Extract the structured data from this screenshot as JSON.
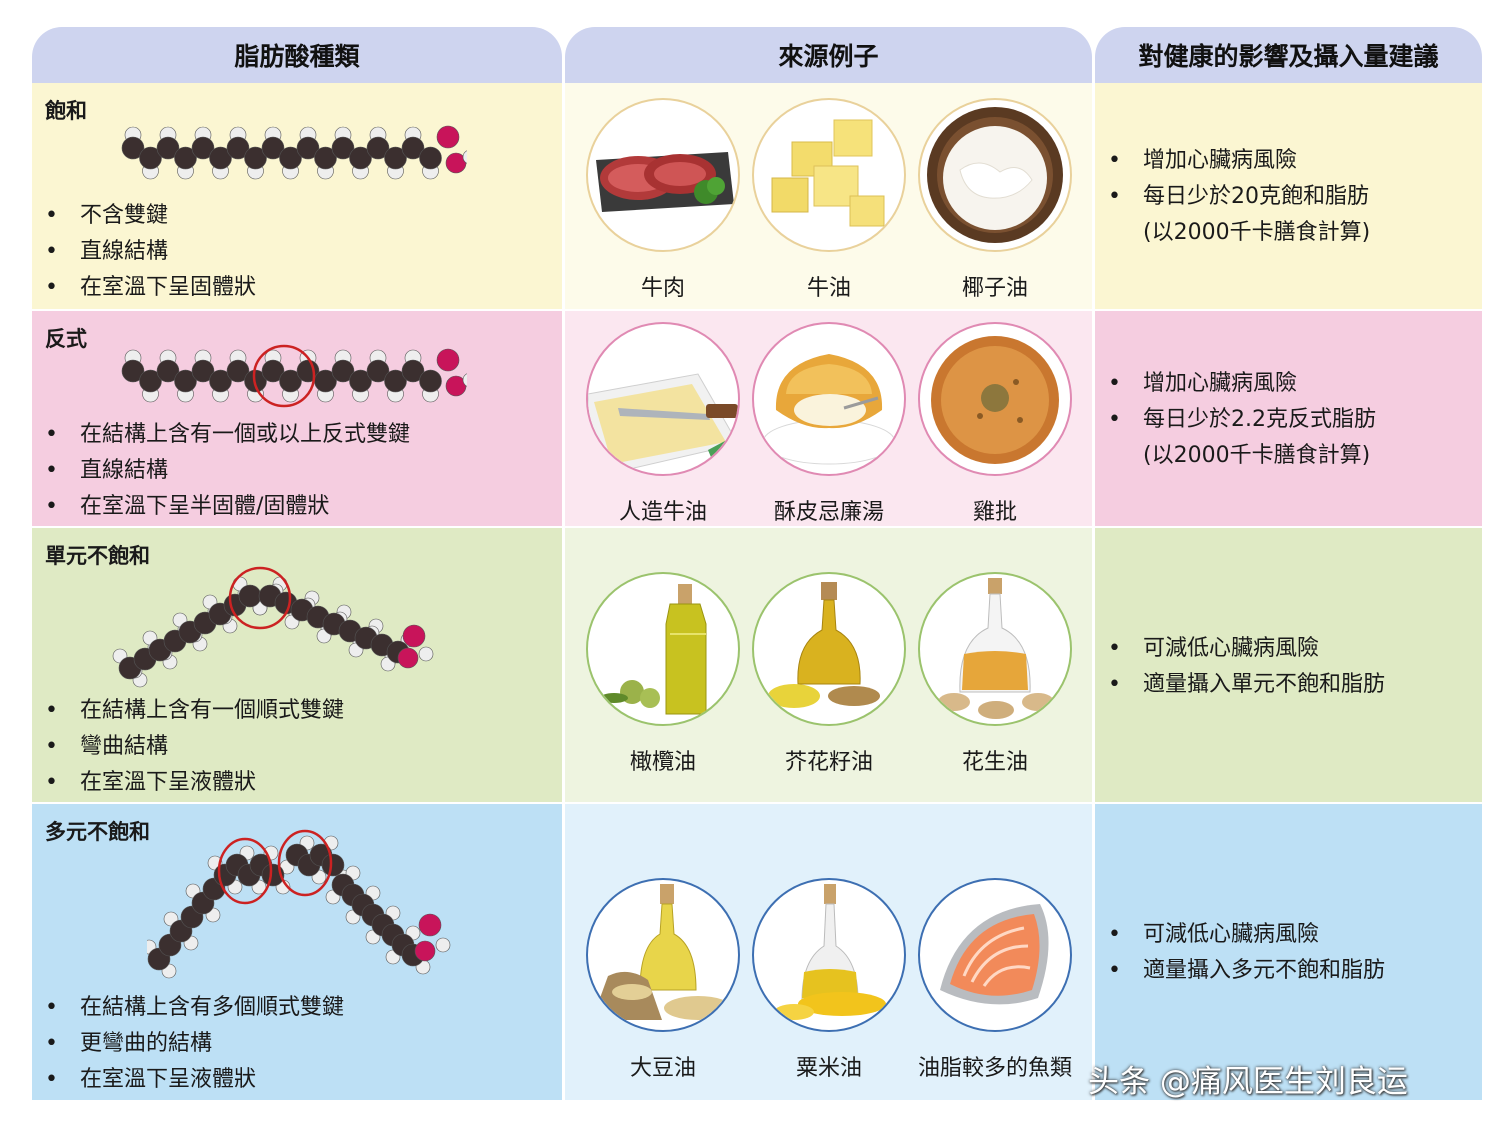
{
  "headers": {
    "col1": "脂肪酸種類",
    "col2": "來源例子",
    "col3": "對健康的影響及攝入量建議"
  },
  "rows": [
    {
      "type": "飽和",
      "points": [
        "不含雙鍵",
        "直線結構",
        "在室溫下呈固體狀"
      ],
      "foods": [
        {
          "label": "牛肉",
          "icon": "beef-icon"
        },
        {
          "label": "牛油",
          "icon": "butter-icon"
        },
        {
          "label": "椰子油",
          "icon": "coconut-oil-icon"
        }
      ],
      "health": [
        "增加心臟病風險",
        "每日少於20克飽和脂肪"
      ],
      "health_note": "(以2000千卡膳食計算)",
      "color": "#fbf6d2",
      "ring_color": "#e9d19b"
    },
    {
      "type": "反式",
      "points": [
        "在結構上含有一個或以上反式雙鍵",
        "直線結構",
        "在室溫下呈半固體/固體狀"
      ],
      "foods": [
        {
          "label": "人造牛油",
          "icon": "margarine-icon"
        },
        {
          "label": "酥皮忌廉湯",
          "icon": "puff-pastry-soup-icon"
        },
        {
          "label": "雞批",
          "icon": "chicken-pie-icon"
        }
      ],
      "health": [
        "增加心臟病風險",
        "每日少於2.2克反式脂肪"
      ],
      "health_note": "(以2000千卡膳食計算)",
      "color": "#f5cde0",
      "ring_color": "#e08ab3"
    },
    {
      "type": "單元不飽和",
      "points": [
        "在結構上含有一個順式雙鍵",
        "彎曲結構",
        "在室溫下呈液體狀"
      ],
      "foods": [
        {
          "label": "橄欖油",
          "icon": "olive-oil-icon"
        },
        {
          "label": "芥花籽油",
          "icon": "canola-oil-icon"
        },
        {
          "label": "花生油",
          "icon": "peanut-oil-icon"
        }
      ],
      "health": [
        "可減低心臟病風險",
        "適量攝入單元不飽和脂肪"
      ],
      "color": "#dfeac4",
      "ring_color": "#9bc36d"
    },
    {
      "type": "多元不飽和",
      "points": [
        "在結構上含有多個順式雙鍵",
        "更彎曲的結構",
        "在室溫下呈液體狀"
      ],
      "foods": [
        {
          "label": "大豆油",
          "icon": "soybean-oil-icon"
        },
        {
          "label": "粟米油",
          "icon": "corn-oil-icon"
        },
        {
          "label": "油脂較多的魚類",
          "icon": "salmon-icon"
        }
      ],
      "health": [
        "可減低心臟病風險",
        " 適量攝入多元不飽和脂肪"
      ],
      "color": "#bde0f5",
      "ring_color": "#3d6fb2"
    }
  ],
  "watermark": "头条 @痛风医生刘良运"
}
